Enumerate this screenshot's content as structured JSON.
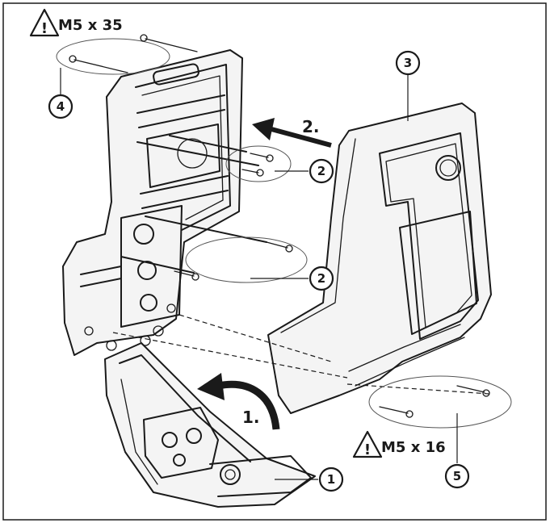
{
  "screws": {
    "top": "M5 x 35",
    "bottom": "M5 x 16"
  },
  "warning_icon": "warning-triangle-icon",
  "callouts": {
    "c1": "1",
    "c2a": "2",
    "c2b": "2",
    "c3": "3",
    "c4": "4",
    "c5": "5"
  },
  "steps": {
    "s1": "1.",
    "s2": "2."
  }
}
